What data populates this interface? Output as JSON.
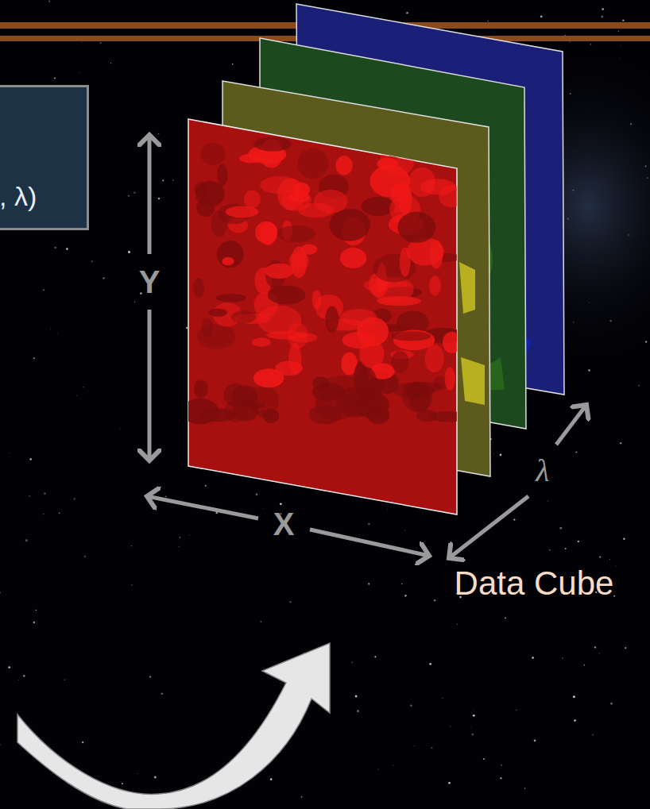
{
  "diagram": {
    "nodes": [
      {
        "text": [
          ", λ)"
        ]
      }
    ],
    "labels": [
      "Y",
      "X",
      "λ",
      "Data Cube"
    ]
  }
}
